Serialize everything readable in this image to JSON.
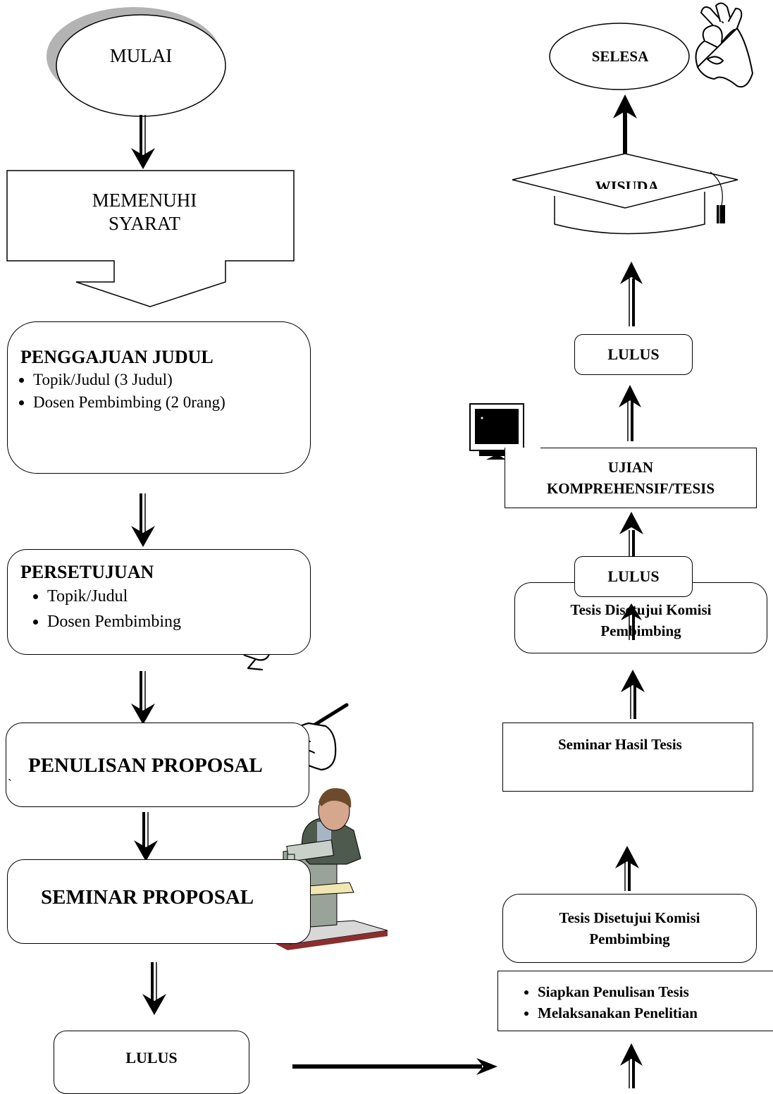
{
  "colors": {
    "line": "#000000",
    "shadow": "#b3b3b3",
    "background": "#ffffff"
  },
  "left_flow": {
    "start": "MULAI",
    "requirement": {
      "line1": "MEMENUHI",
      "line2": "SYARAT"
    },
    "submission": {
      "title": "PENGGAJUAN JUDUL",
      "items": [
        "Topik/Judul (3 Judul)",
        "Dosen Pembimbing (2 0rang)"
      ]
    },
    "approval": {
      "title": "PERSETUJUAN",
      "items": [
        "Topik/Judul",
        "Dosen Pembimbing"
      ],
      "icon": "thumbs-up-icon"
    },
    "proposal_writing": {
      "title": "PENULISAN PROPOSAL",
      "mark": "`",
      "icon": "writing-hand-icon"
    },
    "proposal_seminar": {
      "title": "SEMINAR PROPOSAL",
      "icon": "presenter-at-podium-icon"
    },
    "pass": "LULUS"
  },
  "right_flow": {
    "research": {
      "items": [
        "Siapkan Penulisan Tesis",
        "Melaksanakan Penelitian"
      ]
    },
    "approved_1": {
      "line1": "Tesis Disetujui Komisi",
      "line2": "Pembimbing"
    },
    "results_seminar": "Seminar Hasil Tesis",
    "approved_2": {
      "line1": "Tesis Disetujui Komisi",
      "line2": "Pembimbing"
    },
    "pass_2": "LULUS",
    "exam": {
      "line1": "UJIAN",
      "line2": "KOMPREHENSIF/TESIS",
      "icon": "computer-monitor-icon"
    },
    "pass_3": "LULUS",
    "graduation": {
      "title": "WISUDA",
      "icon": "graduation-cap-icon"
    },
    "finish": {
      "title": "SELESA",
      "icon": "ok-hand-icon"
    }
  }
}
